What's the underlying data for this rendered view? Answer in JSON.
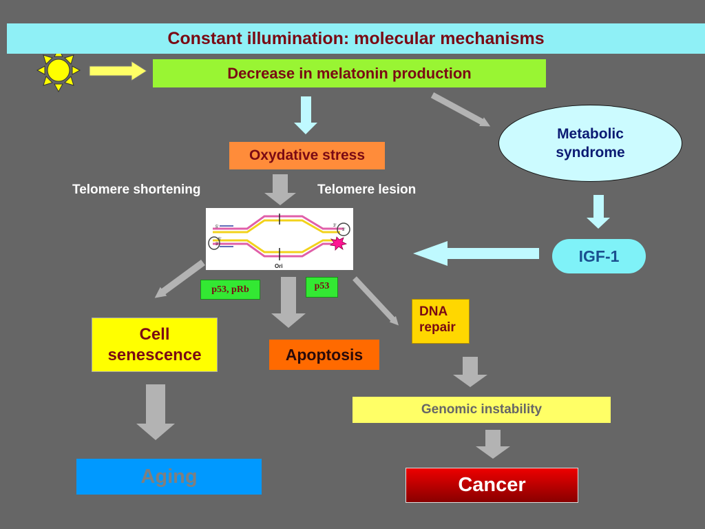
{
  "title": "Constant illumination: molecular mechanisms",
  "nodes": {
    "melatonin": "Decrease in melatonin production",
    "oxidative_stress": "Oxydative stress",
    "metabolic_line1": "Metabolic",
    "metabolic_line2": "syndrome",
    "igf": "IGF-1",
    "telomere_shortening": "Telomere shortening",
    "telomere_lesion": "Telomere lesion",
    "p53_prb": "p53, pRb",
    "p53": "p53",
    "dna_repair_line1": "DNA",
    "dna_repair_line2": "repair",
    "senescence_line1": "Cell",
    "senescence_line2": "senescence",
    "apoptosis": "Apoptosis",
    "genomic_instability": "Genomic instability",
    "aging": "Aging",
    "cancer": "Cancer"
  },
  "replication_figure": {
    "label_5_top": "5'",
    "label_3_top": "3'",
    "label_5_mid": "5'",
    "label_3_left": "3'",
    "label_3_right": "3'",
    "label_ori": "Ori"
  },
  "colors": {
    "background": "#666666",
    "arrow_gray": "#b3b3b3",
    "arrow_cyan": "#bff9ff",
    "sun_yellow": "#ffff00"
  }
}
